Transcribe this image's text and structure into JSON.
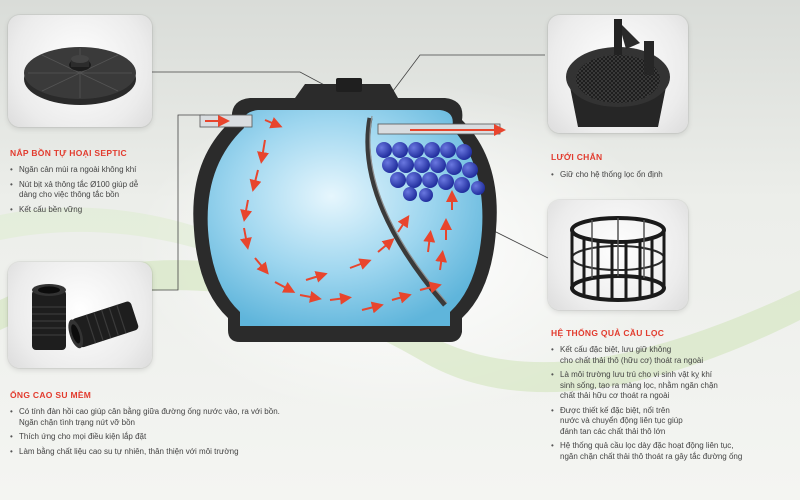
{
  "septic_lid": {
    "title": "NẮP BỒN TỰ HOẠI SEPTIC",
    "bullets": [
      "Ngăn cản mùi ra ngoài không khí",
      "Nút bịt xả thông tắc Ø100 giúp dễ",
      "dàng cho việc thông tắc bồn",
      "Kết cấu bền vững"
    ]
  },
  "soft_pipe": {
    "title": "ỐNG CAO SU MỀM",
    "bullets": [
      "Có tính đàn hồi cao giúp cân bằng giữa đường ống nước vào, ra với bồn.",
      "Ngăn chặn tình trạng nứt vỡ bồn",
      "Thích ứng cho mọi điều kiện lắp đặt",
      "Làm bằng chất liệu cao su tự nhiên, thân thiện với môi trường"
    ]
  },
  "filter_mesh": {
    "title": "LƯỚI CHẮN",
    "bullets": [
      "Giữ cho hệ thống lọc ổn định"
    ]
  },
  "filter_balls": {
    "title": "HỆ THỐNG QUẢ CẦU LỌC",
    "bullets": [
      "Kết cấu đặc biệt, lưu giữ không",
      "cho chất thải thô (hữu cơ) thoát ra ngoài",
      "Là môi trường lưu trú cho vi sinh vật kỵ khí",
      "sinh sống, tạo ra màng lọc, nhằm ngăn chặn",
      "chất thải hữu cơ thoát ra ngoài",
      "Được thiết kế đặc biệt, nổi trên",
      "nước và chuyển động liên tục giúp",
      "đánh tan các chất thải thô lớn",
      "Hệ thống quả cầu lọc dày đặc hoạt động liên tục,",
      "ngăn chặn chất thải thô thoát ra gây tắc đường ống"
    ]
  },
  "colors": {
    "accent": "#e23b2e",
    "water": "#8fd0ec",
    "tank": "#2b2b2b"
  }
}
